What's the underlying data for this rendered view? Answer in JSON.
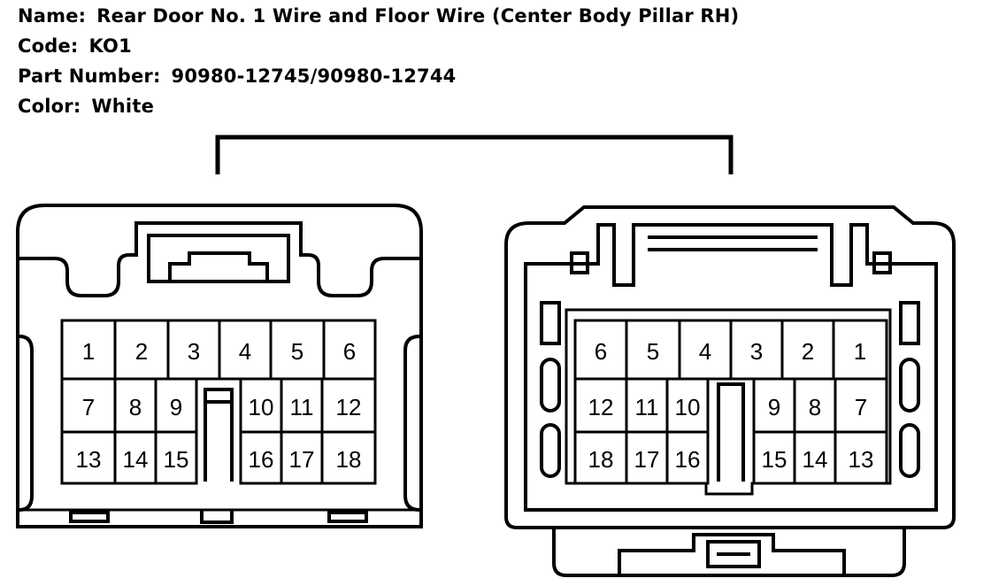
{
  "header": {
    "name_label": "Name:",
    "name_value": "Rear Door No. 1 Wire and Floor Wire (Center Body Pillar RH)",
    "code_label": "Code:",
    "code_value": "KO1",
    "part_label": "Part Number:",
    "part_value": "90980-12745/90980-12744",
    "color_label": "Color:",
    "color_value": "White"
  },
  "connectors": {
    "left": {
      "rows": [
        [
          "1",
          "2",
          "3",
          "4",
          "5",
          "6"
        ],
        [
          "7",
          "8",
          "9",
          "10",
          "11",
          "12"
        ],
        [
          "13",
          "14",
          "15",
          "16",
          "17",
          "18"
        ]
      ]
    },
    "right": {
      "rows": [
        [
          "6",
          "5",
          "4",
          "3",
          "2",
          "1"
        ],
        [
          "12",
          "11",
          "10",
          "9",
          "8",
          "7"
        ],
        [
          "18",
          "17",
          "16",
          "15",
          "14",
          "13"
        ]
      ]
    }
  }
}
